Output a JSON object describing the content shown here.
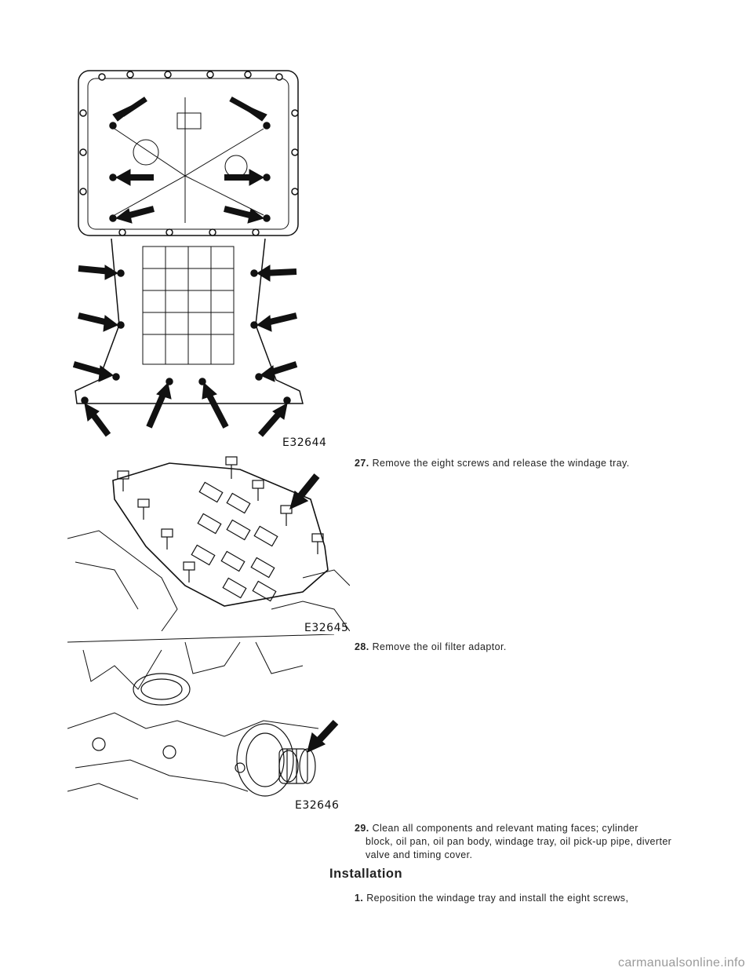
{
  "figures": [
    {
      "label": "E32644"
    },
    {
      "label": "E32645"
    },
    {
      "label": "E32646"
    }
  ],
  "steps": [
    {
      "num": "27.",
      "text": "Remove the eight screws and release the windage tray.",
      "cont": ""
    },
    {
      "num": "28.",
      "text": "Remove the oil filter adaptor.",
      "cont": ""
    },
    {
      "num": "29.",
      "text": "Clean all components and relevant mating faces; cylinder",
      "cont": "block, oil pan, oil pan body, windage tray, oil pick-up pipe, diverter valve and timing cover."
    }
  ],
  "installation": {
    "heading": "Installation",
    "steps": [
      {
        "num": "1.",
        "text": "Reposition the windage tray and install the eight screws,"
      }
    ]
  },
  "watermark": "carmanualsonline.info"
}
